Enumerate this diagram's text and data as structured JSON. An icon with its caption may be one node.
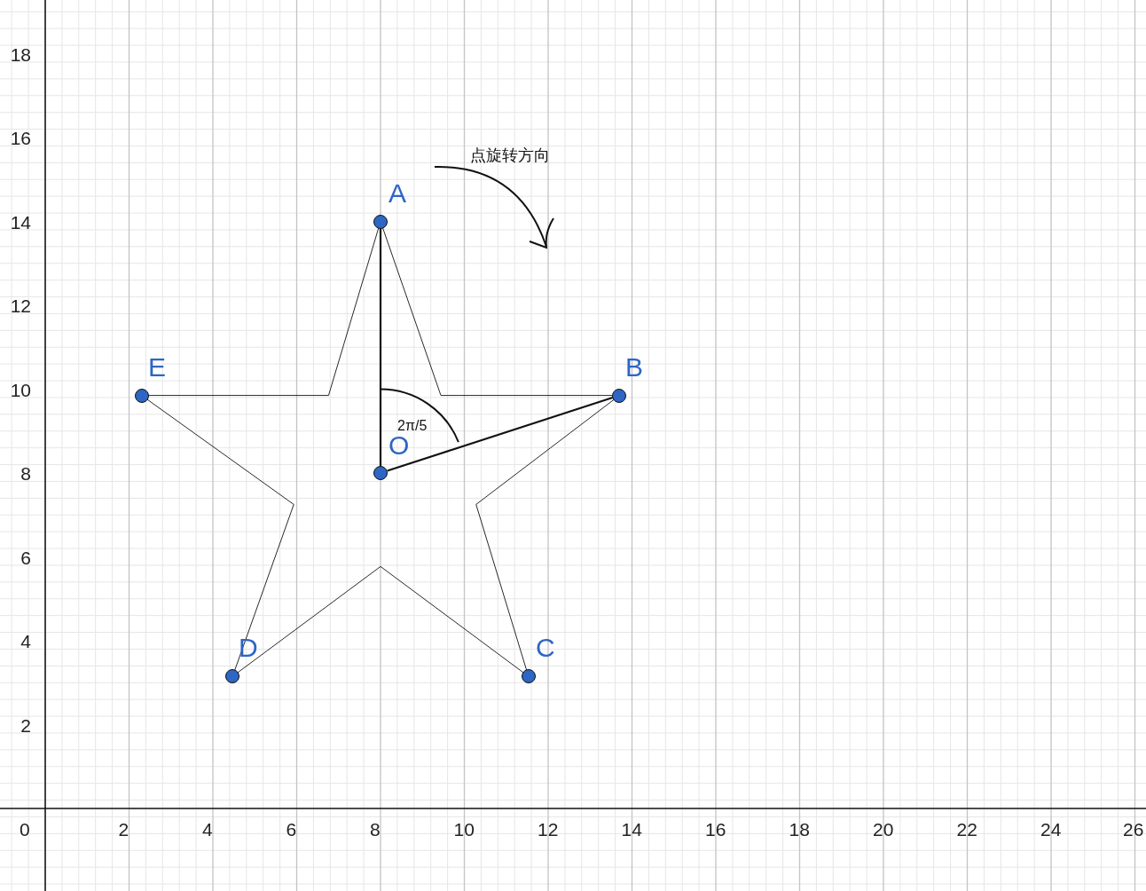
{
  "diagram": {
    "nodes": [
      {
        "text": [],
        "shape": "circle",
        "beside": [
          "A"
        ]
      },
      {
        "text": [],
        "shape": "circle",
        "beside": [
          "B"
        ]
      },
      {
        "text": [],
        "shape": "circle",
        "beside": [
          "C"
        ]
      },
      {
        "text": [],
        "shape": "circle",
        "beside": [
          "D"
        ]
      },
      {
        "text": [],
        "shape": "circle",
        "beside": [
          "E"
        ]
      },
      {
        "text": [],
        "shape": "circle",
        "beside": [
          "O"
        ]
      }
    ],
    "edges": [
      {
        "from": 5,
        "to": 0,
        "arrow": "none"
      },
      {
        "from": 5,
        "to": 1,
        "arrow": "none"
      }
    ],
    "labels": [
      "点旋转方向",
      "2π/5",
      "18",
      "16",
      "14",
      "12",
      "10",
      "8",
      "6",
      "4",
      "2",
      "0",
      "2",
      "4",
      "6",
      "8",
      "10",
      "12",
      "14",
      "16",
      "18",
      "20",
      "22",
      "24",
      "26"
    ]
  }
}
